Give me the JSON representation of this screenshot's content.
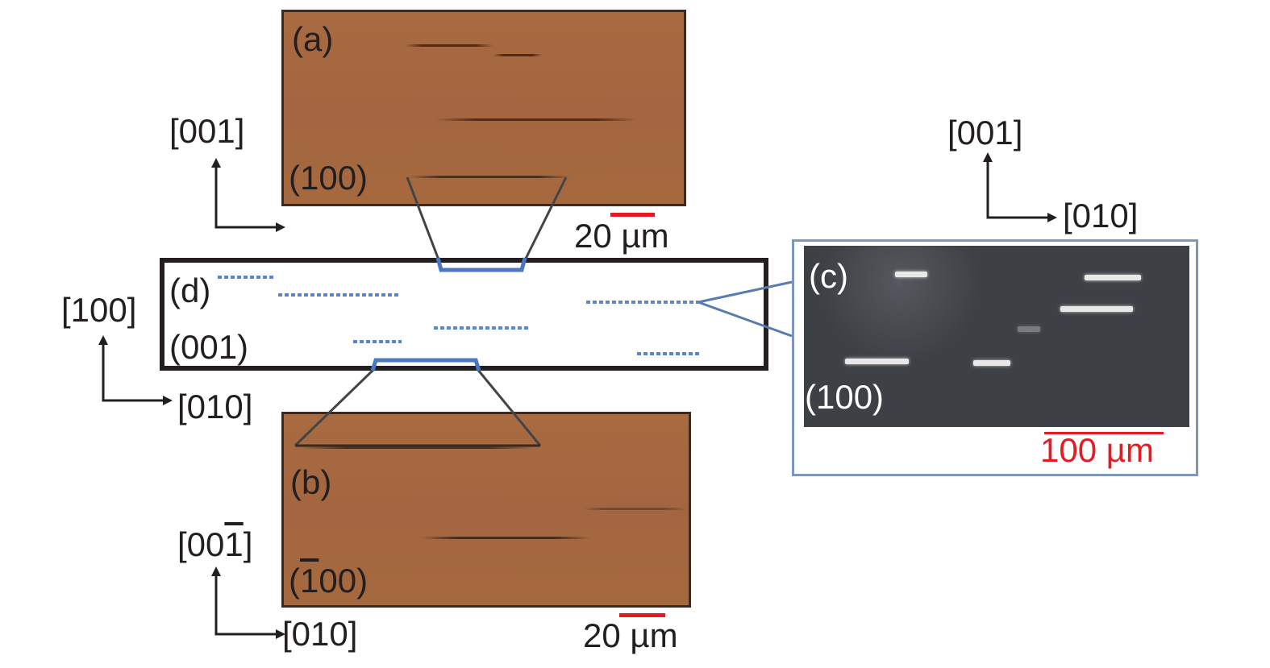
{
  "panel_a": {
    "label": "(a)",
    "face": "(100)",
    "scale": "20 µm"
  },
  "panel_b": {
    "label": "(b)",
    "face_bar": "1",
    "face_rest": "00)",
    "face_open": "(",
    "scale": "20 µm"
  },
  "panel_c": {
    "label": "(c)",
    "face": "(100)",
    "scale": "100 µm"
  },
  "panel_d": {
    "label": "(d)",
    "face": "(001)"
  },
  "axes_a": {
    "vertical": "[001]"
  },
  "axes_d": {
    "vertical": "[100]",
    "horizontal": "[010]"
  },
  "axes_b": {
    "vertical_pre": "[00",
    "vertical_bar": "1",
    "vertical_post": "]",
    "horizontal": "[010]"
  },
  "axes_c": {
    "vertical": "[001]",
    "horizontal": "[010]"
  },
  "colors": {
    "brown": "#a5693f",
    "blue": "#4a78c0",
    "red": "#e31b23",
    "dark": "#3c3f44"
  }
}
